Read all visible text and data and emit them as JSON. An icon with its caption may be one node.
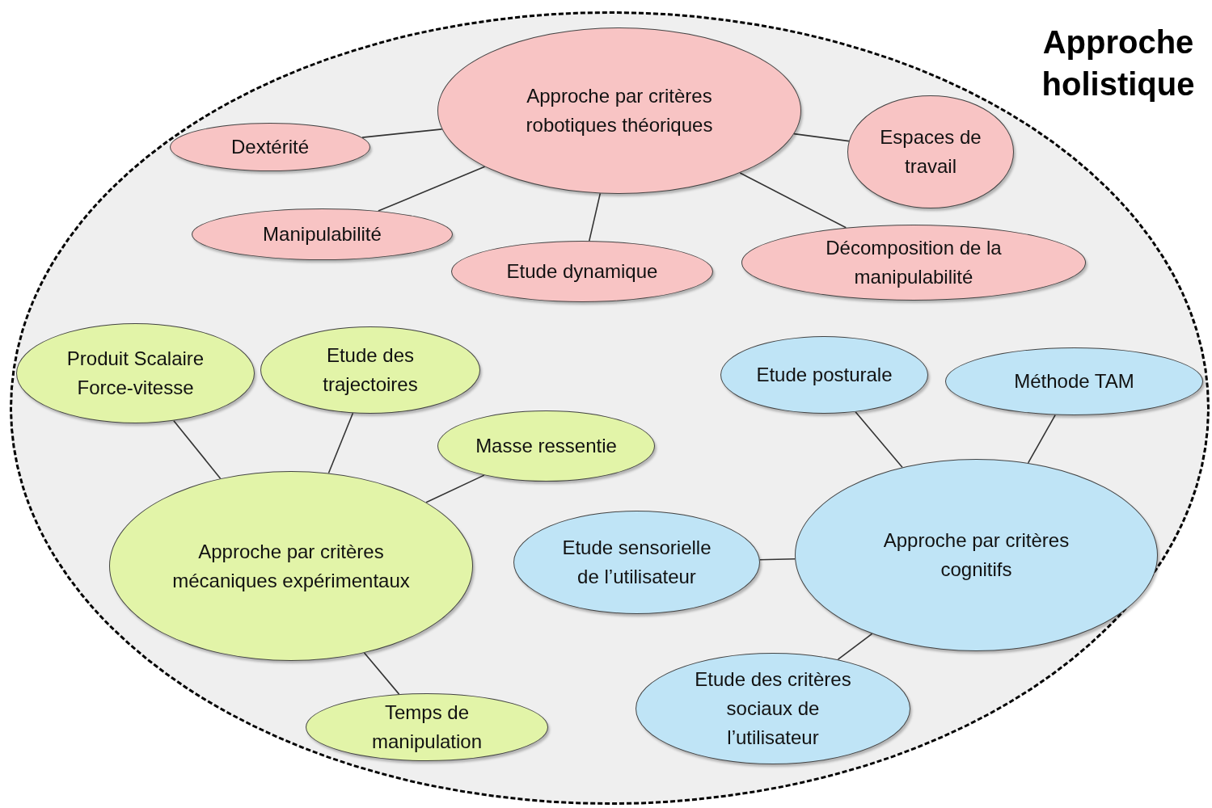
{
  "diagram": {
    "nodes": [
      {
        "text": [
          "Approche holistique"
        ]
      },
      {
        "text": [
          "Approche par critères robotiques théoriques"
        ],
        "in": 0
      },
      {
        "text": [
          "Dextérité"
        ],
        "in": 0
      },
      {
        "text": [
          "Espaces de travail"
        ],
        "in": 0
      },
      {
        "text": [
          "Manipulabilité"
        ],
        "in": 0
      },
      {
        "text": [
          "Etude dynamique"
        ],
        "in": 0
      },
      {
        "text": [
          "Décomposition de la manipulabilité"
        ],
        "in": 0
      },
      {
        "text": [
          "Produit Scalaire Force-vitesse"
        ],
        "in": 0
      },
      {
        "text": [
          "Etude des trajectoires"
        ],
        "in": 0
      },
      {
        "text": [
          "Masse ressentie"
        ],
        "in": 0
      },
      {
        "text": [
          "Approche par critères mécaniques expérimentaux"
        ],
        "in": 0
      },
      {
        "text": [
          "Temps de manipulation"
        ],
        "in": 0
      },
      {
        "text": [
          "Etude posturale"
        ],
        "in": 0
      },
      {
        "text": [
          "Méthode TAM"
        ],
        "in": 0
      },
      {
        "text": [
          "Etude sensorielle de l’utilisateur"
        ],
        "in": 0
      },
      {
        "text": [
          "Approche par critères cognitifs"
        ],
        "in": 0
      },
      {
        "text": [
          "Etude des critères sociaux de l’utilisateur"
        ],
        "in": 0
      }
    ],
    "edges": [
      {
        "from": 1,
        "to": 2,
        "arrow": "none"
      },
      {
        "from": 1,
        "to": 4,
        "arrow": "none"
      },
      {
        "from": 1,
        "to": 5,
        "arrow": "none"
      },
      {
        "from": 1,
        "to": 3,
        "arrow": "none"
      },
      {
        "from": 1,
        "to": 6,
        "arrow": "none"
      },
      {
        "from": 10,
        "to": 7,
        "arrow": "none"
      },
      {
        "from": 10,
        "to": 8,
        "arrow": "none"
      },
      {
        "from": 10,
        "to": 9,
        "arrow": "none"
      },
      {
        "from": 10,
        "to": 11,
        "arrow": "none"
      },
      {
        "from": 15,
        "to": 12,
        "arrow": "none"
      },
      {
        "from": 15,
        "to": 13,
        "arrow": "none"
      },
      {
        "from": 15,
        "to": 14,
        "arrow": "none"
      },
      {
        "from": 15,
        "to": 16,
        "arrow": "none"
      }
    ]
  }
}
